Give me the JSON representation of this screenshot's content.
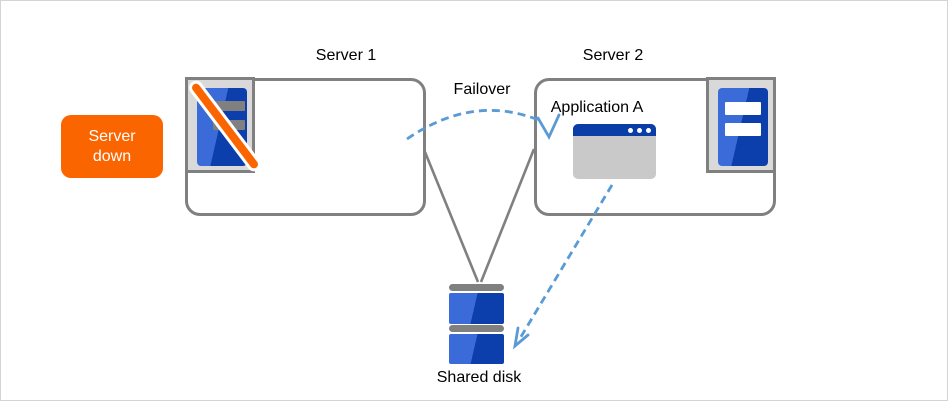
{
  "labels": {
    "server1": "Server 1",
    "server2": "Server 2",
    "failover": "Failover",
    "application": "Application A",
    "shared_disk": "Shared disk",
    "server_down_badge": "Server down"
  },
  "icons": {
    "server1_icon": "server-tower-crossed-out",
    "server2_icon": "server-tower",
    "application_icon": "application-window",
    "shared_disk_icon": "disk-stack",
    "failover_arrow": "dashed-curved-arrow",
    "data_path_arrow": "dashed-straight-arrow"
  },
  "colors": {
    "accent_orange": "#FB6500",
    "line_gray": "#808080",
    "icon_bg_gray": "#D9D9D9",
    "server_blue_light": "#3A6BD8",
    "server_blue_dark": "#0D3FAC",
    "titlebar_navy": "#0B3DA8",
    "window_body_gray": "#C9C9C9",
    "dashed_blue": "#5B9BD5",
    "canvas_border": "#D4D4D4",
    "text_color": "#000000",
    "badge_text": "#FFFFFF"
  }
}
